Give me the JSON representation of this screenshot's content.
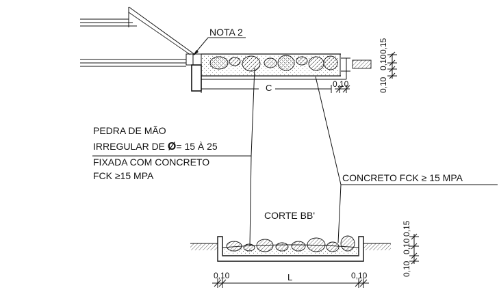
{
  "labels": {
    "nota": "NOTA 2",
    "dim_c": "C",
    "dim_010_top": "0,10",
    "top_vertical_a": "0,10",
    "top_vertical_b": "0,10",
    "top_vertical_c": "0,15",
    "pedra_1": "PEDRA DE MÃO",
    "pedra_2_prefix": "IRREGULAR DE ",
    "pedra_2_symbol": "Ø",
    "pedra_2_suffix": "= 15 À 25",
    "pedra_3": "FIXADA COM CONCRETO",
    "pedra_4": "FCK ≥15 MPA",
    "concreto": "CONCRETO FCK  ≥ 15 MPA",
    "corte": "CORTE BB'",
    "dim_010_bl": "0,10",
    "dim_l": "L",
    "dim_010_br": "0,10",
    "bot_vertical_a": "0,10",
    "bot_vertical_b": "0,10",
    "bot_vertical_c": "0,15"
  }
}
